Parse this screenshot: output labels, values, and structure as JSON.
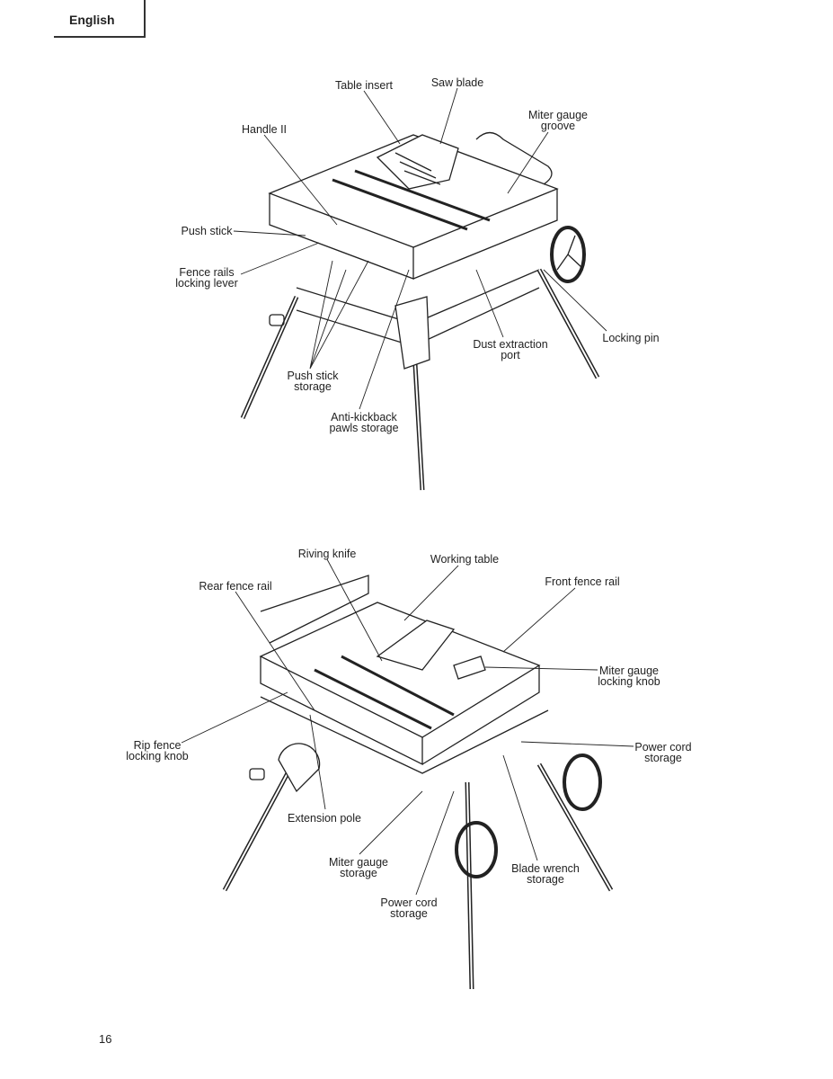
{
  "header": {
    "language": "English"
  },
  "figure_top": {
    "labels": {
      "table_insert": [
        "Table insert"
      ],
      "saw_blade": [
        "Saw blade"
      ],
      "miter_gauge_groove": [
        "Miter gauge",
        "groove"
      ],
      "handle_ii": [
        "Handle II"
      ],
      "push_stick": [
        "Push stick"
      ],
      "fence_rails_locking_lever": [
        "Fence rails",
        "locking lever"
      ],
      "locking_pin": [
        "Locking pin"
      ],
      "dust_extraction_port": [
        "Dust extraction",
        "port"
      ],
      "push_stick_storage": [
        "Push stick",
        "storage"
      ],
      "anti_kickback_pawls_storage": [
        "Anti-kickback",
        "pawls storage"
      ]
    }
  },
  "figure_bottom": {
    "labels": {
      "riving_knife": [
        "Riving knife"
      ],
      "working_table": [
        "Working table"
      ],
      "rear_fence_rail": [
        "Rear fence rail"
      ],
      "front_fence_rail": [
        "Front fence rail"
      ],
      "miter_gauge_locking_knob": [
        "Miter gauge",
        "locking knob"
      ],
      "rip_fence_locking_knob": [
        "Rip fence",
        "locking knob"
      ],
      "power_cord_storage_right": [
        "Power cord",
        "storage"
      ],
      "extension_pole": [
        "Extension pole"
      ],
      "miter_gauge_storage": [
        "Miter gauge",
        "storage"
      ],
      "blade_wrench_storage": [
        "Blade wrench",
        "storage"
      ],
      "power_cord_storage_bottom": [
        "Power cord",
        "storage"
      ]
    }
  },
  "footer": {
    "page_number": "16"
  }
}
